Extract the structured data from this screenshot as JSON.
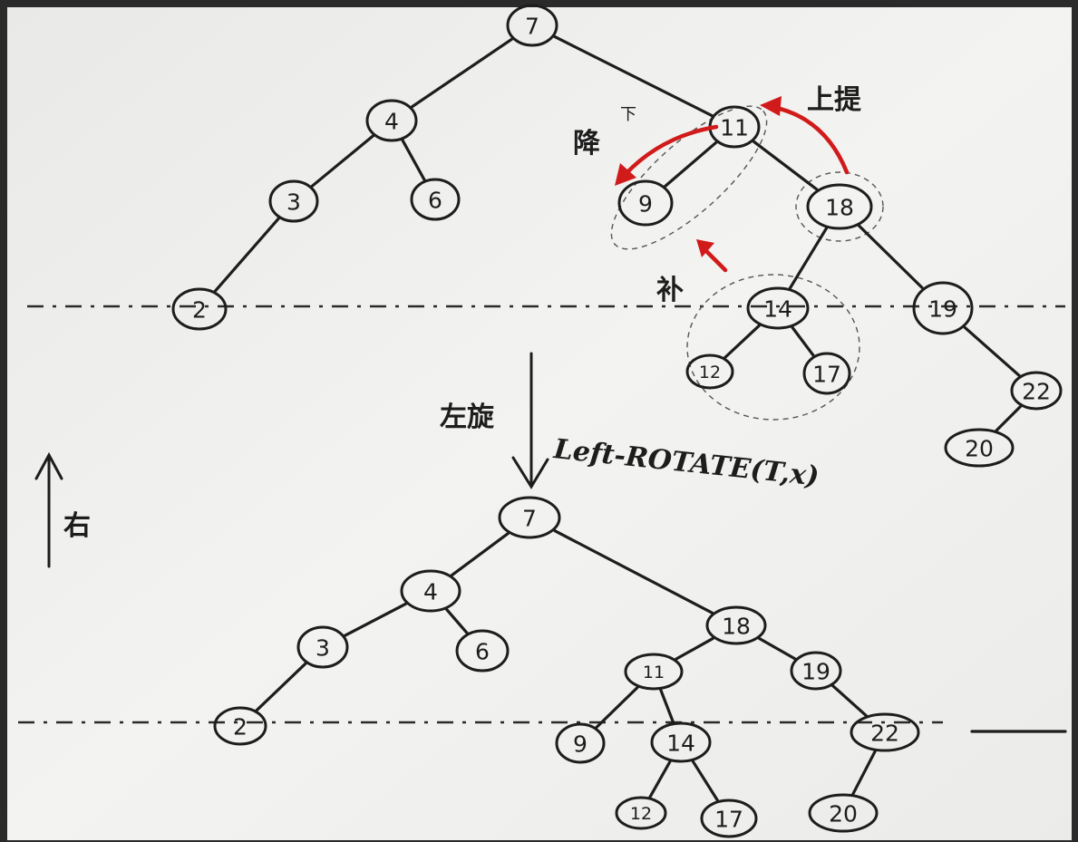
{
  "diagram": {
    "operation_label": "Left-ROTATE(T,x)",
    "annotations": {
      "raise": "上提",
      "lower": "降",
      "lower_small": "下",
      "move": "补",
      "rotate_left": "左旋",
      "right_side": "右"
    },
    "before": {
      "nodes": [
        {
          "id": "b7",
          "label": "7"
        },
        {
          "id": "b4",
          "label": "4"
        },
        {
          "id": "b11",
          "label": "11"
        },
        {
          "id": "b3",
          "label": "3"
        },
        {
          "id": "b6",
          "label": "6"
        },
        {
          "id": "b9",
          "label": "9"
        },
        {
          "id": "b18",
          "label": "18"
        },
        {
          "id": "b2",
          "label": "2"
        },
        {
          "id": "b14",
          "label": "14"
        },
        {
          "id": "b19",
          "label": "19"
        },
        {
          "id": "b12",
          "label": "12"
        },
        {
          "id": "b17",
          "label": "17"
        },
        {
          "id": "b22",
          "label": "22"
        },
        {
          "id": "b20",
          "label": "20"
        }
      ],
      "edges": [
        [
          "b7",
          "b4"
        ],
        [
          "b7",
          "b11"
        ],
        [
          "b4",
          "b3"
        ],
        [
          "b4",
          "b6"
        ],
        [
          "b3",
          "b2"
        ],
        [
          "b11",
          "b9"
        ],
        [
          "b11",
          "b18"
        ],
        [
          "b18",
          "b14"
        ],
        [
          "b18",
          "b19"
        ],
        [
          "b14",
          "b12"
        ],
        [
          "b14",
          "b17"
        ],
        [
          "b19",
          "b22"
        ],
        [
          "b22",
          "b20"
        ]
      ]
    },
    "after": {
      "nodes": [
        {
          "id": "a7",
          "label": "7"
        },
        {
          "id": "a4",
          "label": "4"
        },
        {
          "id": "a18",
          "label": "18"
        },
        {
          "id": "a3",
          "label": "3"
        },
        {
          "id": "a6",
          "label": "6"
        },
        {
          "id": "a11",
          "label": "11"
        },
        {
          "id": "a19",
          "label": "19"
        },
        {
          "id": "a2",
          "label": "2"
        },
        {
          "id": "a9",
          "label": "9"
        },
        {
          "id": "a14",
          "label": "14"
        },
        {
          "id": "a22",
          "label": "22"
        },
        {
          "id": "a12",
          "label": "12"
        },
        {
          "id": "a17",
          "label": "17"
        },
        {
          "id": "a20",
          "label": "20"
        }
      ],
      "edges": [
        [
          "a7",
          "a4"
        ],
        [
          "a7",
          "a18"
        ],
        [
          "a4",
          "a3"
        ],
        [
          "a4",
          "a6"
        ],
        [
          "a3",
          "a2"
        ],
        [
          "a18",
          "a11"
        ],
        [
          "a18",
          "a19"
        ],
        [
          "a11",
          "a9"
        ],
        [
          "a11",
          "a14"
        ],
        [
          "a14",
          "a12"
        ],
        [
          "a14",
          "a17"
        ],
        [
          "a19",
          "a22"
        ],
        [
          "a22",
          "a20"
        ]
      ]
    },
    "colors": {
      "paper": "#f1f1ef",
      "ink": "#1d1d1d",
      "highlight": "#d11a1a"
    }
  }
}
